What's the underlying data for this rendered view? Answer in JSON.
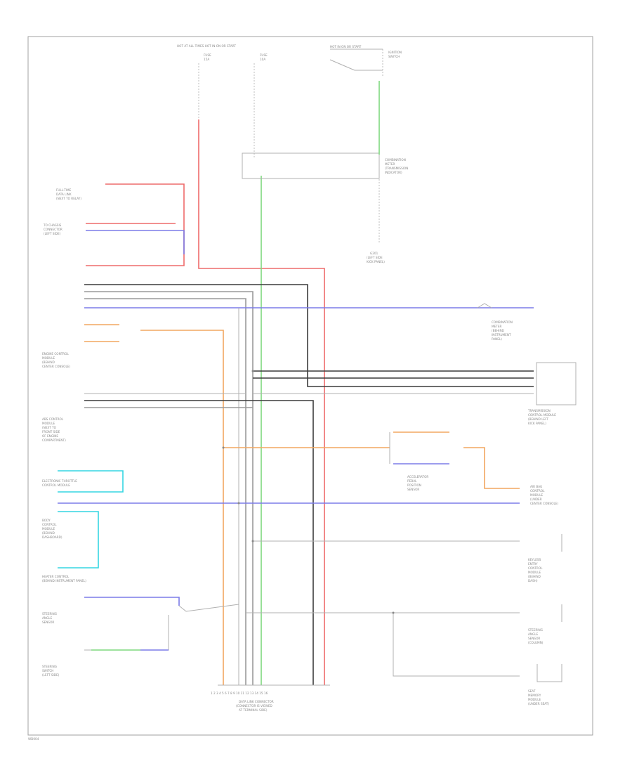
{
  "page": {
    "footer_code": "WD004",
    "connector_label": [
      "DATA LINK CONNECTOR",
      "(CONNECTOR IS VIEWED",
      "AT TERMINAL SIDE)"
    ]
  },
  "top": {
    "power_label": "HOT AT ALL TIMES    HOT IN ON OR START",
    "fuse_labels": [
      "FUSE",
      "15A",
      "FUSE",
      "10A"
    ],
    "relay_text": [
      "HOT IN ON OR START",
      "IGNITION",
      "SWITCH"
    ],
    "relay_box_text": [
      "COMBINATION",
      "METER",
      "(TRANSMISSION",
      "INDICATOR)"
    ],
    "ground_text": [
      "G201",
      "(LEFT SIDE",
      "KICK PANEL)"
    ]
  },
  "left_modules": [
    {
      "id": "m1",
      "text": [
        "FULL-TIME",
        "DATA LINK",
        "(NEXT TO RELAY)"
      ]
    },
    {
      "id": "m2",
      "text": [
        "TO CHASSIS",
        "CONNECTOR",
        "(LEFT SIDE)"
      ]
    },
    {
      "id": "m3",
      "text": [
        "ENGINE CONTROL",
        "MODULE",
        "(BEHIND",
        "CENTER CONSOLE)"
      ]
    },
    {
      "id": "m4",
      "text": [
        "ABS CONTROL",
        "MODULE",
        "(NEXT TO",
        "FRONT SIDE",
        "OF ENGINE",
        "COMPARTMENT)"
      ]
    },
    {
      "id": "m5",
      "text": [
        "ELECTRONIC THROTTLE",
        "CONTROL MODULE"
      ]
    },
    {
      "id": "m6",
      "text": [
        "BODY",
        "CONTROL",
        "MODULE",
        "(BEHIND",
        "DASHBOARD)"
      ]
    },
    {
      "id": "m7",
      "text": [
        "HEATER CONTROL",
        "(BEHIND INSTRUMENT PANEL)"
      ]
    },
    {
      "id": "m8",
      "text": [
        "STEERING",
        "ANGLE",
        "SENSOR"
      ]
    },
    {
      "id": "m9",
      "text": [
        "STEERING",
        "SWITCH",
        "(LEFT SIDE)"
      ]
    }
  ],
  "right_modules": [
    {
      "id": "r1",
      "text": [
        "COMBINATION",
        "METER",
        "(BEHIND",
        "INSTRUMENT",
        "PANEL)"
      ]
    },
    {
      "id": "r2",
      "text": [
        "TRANSMISSION",
        "CONTROL MODULE",
        "(BEHIND LEFT",
        "KICK PANEL)"
      ]
    },
    {
      "id": "r3",
      "text": [
        "ACCELERATOR",
        "PEDAL",
        "POSITION",
        "SENSOR"
      ]
    },
    {
      "id": "r4",
      "text": [
        "AIR BAG",
        "CONTROL",
        "MODULE",
        "(UNDER",
        "CENTER CONSOLE)"
      ]
    },
    {
      "id": "r5",
      "text": [
        "KEYLESS",
        "ENTRY",
        "CONTROL",
        "MODULE",
        "(BEHIND",
        "DASH)"
      ]
    },
    {
      "id": "r6",
      "text": [
        "STEERING",
        "ANGLE",
        "SENSOR",
        "(COLUMN)"
      ]
    },
    {
      "id": "r7",
      "text": [
        "SEAT",
        "MEMORY",
        "MODULE",
        "(UNDER SEAT)"
      ]
    }
  ],
  "colors": {
    "red": "#ee6b6b",
    "blue": "#7b7be8",
    "orange": "#f2a760",
    "green": "#7ed87e",
    "cyan": "#35d6e2",
    "black": "#3c3c3c",
    "gray": "#9a9a9a"
  }
}
